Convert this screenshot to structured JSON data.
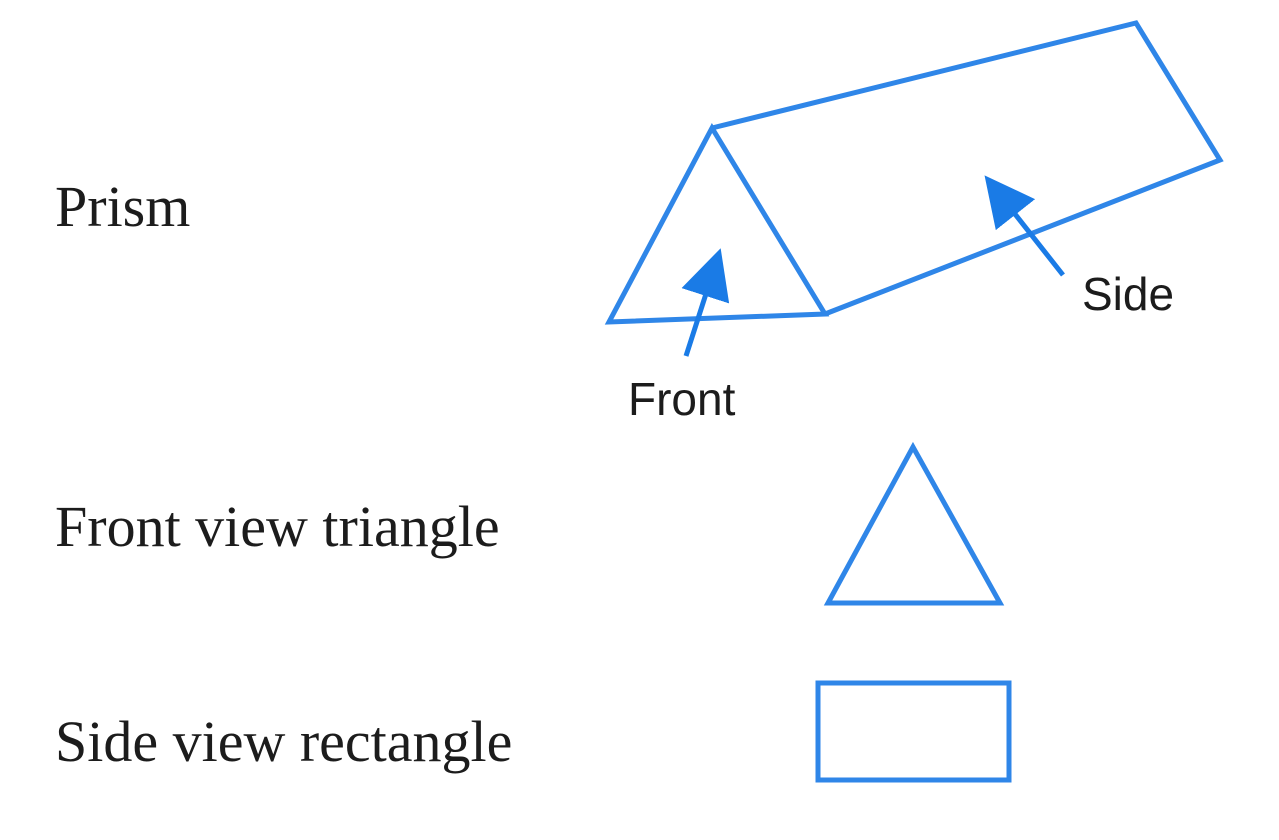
{
  "labels": {
    "prism": "Prism",
    "front_view": "Front view triangle",
    "side_view": "Side view rectangle"
  },
  "callouts": {
    "front": "Front",
    "side": "Side"
  },
  "colors": {
    "shape_stroke": "#2f86e8",
    "arrow": "#1a7be6",
    "text": "#1c1c1c"
  }
}
